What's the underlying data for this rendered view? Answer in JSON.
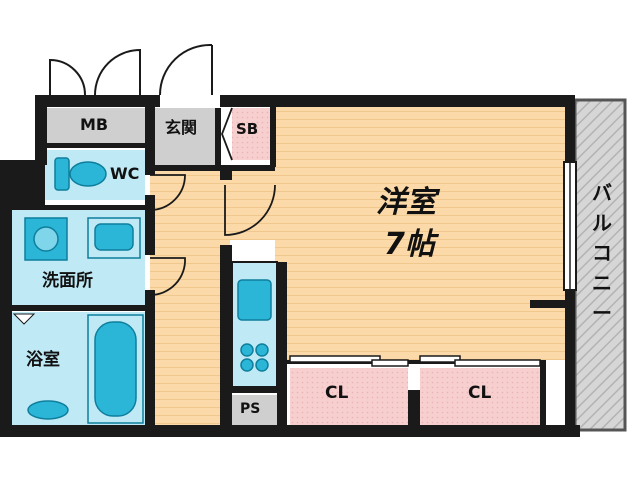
{
  "rooms": {
    "mb": "MB",
    "genkan": "玄関",
    "sb": "SB",
    "wc": "WC",
    "youshitsu_name": "洋室",
    "youshitsu_size": "7帖",
    "senmenjo": "洗面所",
    "yokushitsu": "浴室",
    "cl_left": "CL",
    "cl_right": "CL",
    "ps": "PS",
    "balcony": [
      "バ",
      "ル",
      "コ",
      "ニ",
      "ー"
    ]
  },
  "colors": {
    "wall": "#1a1a1a",
    "wood_floor": "#fbd9a8",
    "wet_area": "#bfe9f5",
    "fixture": "#2bb6d8",
    "storage": "#f7cfcf",
    "utility": "#cfcfcf",
    "balcony": "#d6d6d6"
  }
}
